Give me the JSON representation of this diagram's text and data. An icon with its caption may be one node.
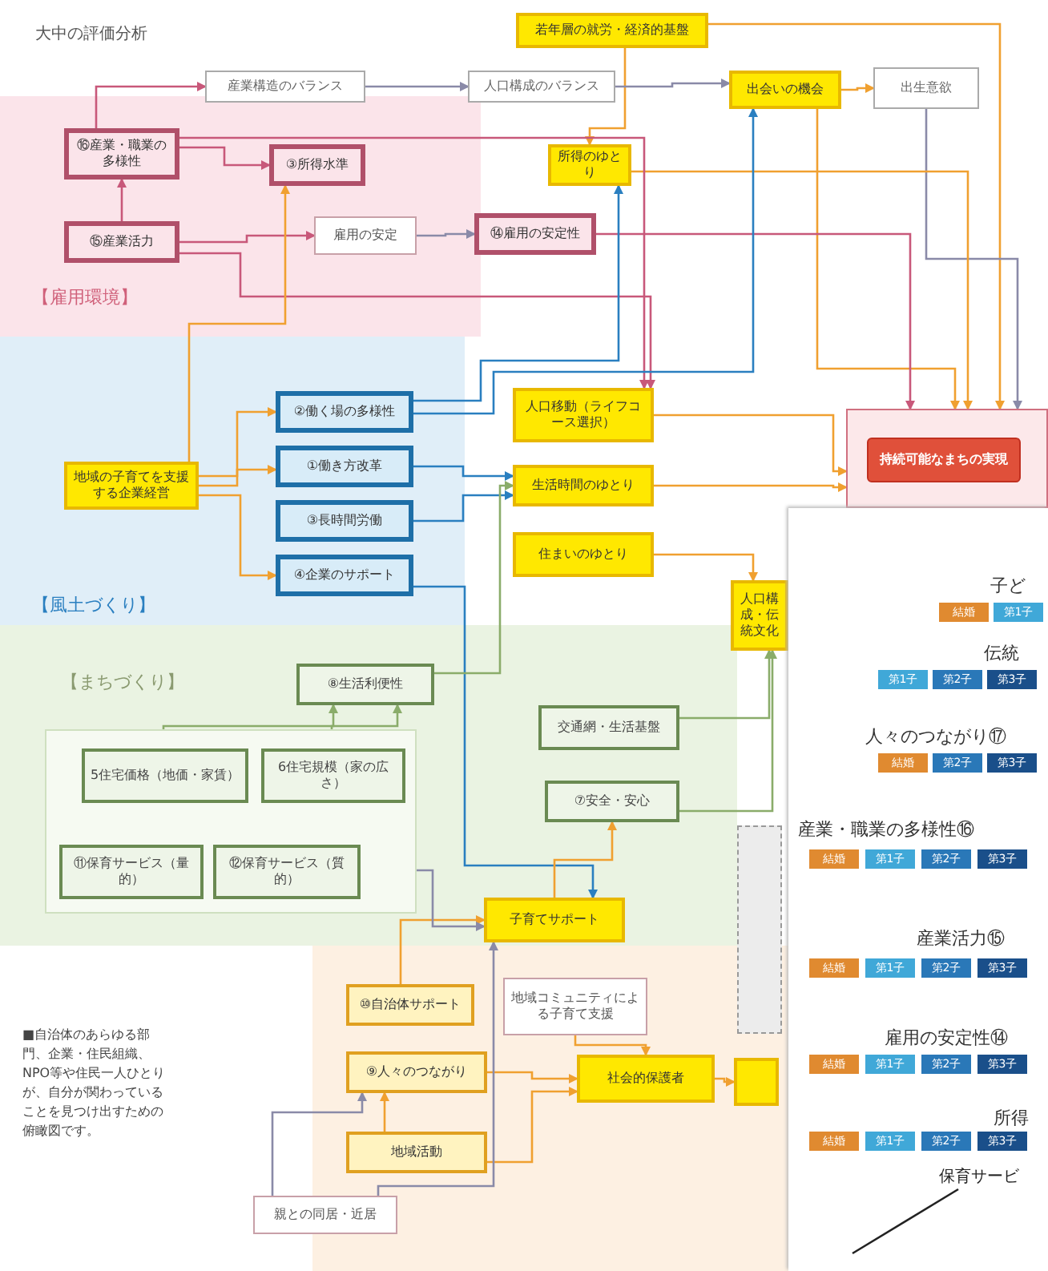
{
  "diagram": {
    "title": "大中の評価分析",
    "nodes": [
      {
        "text": [
          "若年層の就労・経済的基盤"
        ]
      },
      {
        "text": [
          "産業構造のバランス"
        ]
      },
      {
        "text": [
          "人口構成のバランス"
        ]
      },
      {
        "text": [
          "出会いの機会"
        ]
      },
      {
        "text": [
          "出生意欲"
        ]
      },
      {
        "text": [
          "⑯産業・職業の多様性"
        ]
      },
      {
        "text": [
          "③所得水準"
        ]
      },
      {
        "text": [
          "所得のゆとり"
        ]
      },
      {
        "text": [
          "⑮産業活力"
        ]
      },
      {
        "text": [
          "雇用の安定"
        ]
      },
      {
        "text": [
          "⑭雇用の安定性"
        ]
      },
      {
        "text": [
          "地域の子育てを支援する企業経営"
        ]
      },
      {
        "text": [
          "②働く場の多様性"
        ]
      },
      {
        "text": [
          "①働き方改革"
        ]
      },
      {
        "text": [
          "③長時間労働"
        ]
      },
      {
        "text": [
          "④企業のサポート"
        ]
      },
      {
        "text": [
          "人口移動（ライフコース選択）"
        ]
      },
      {
        "text": [
          "生活時間のゆとり"
        ]
      },
      {
        "text": [
          "住まいのゆとり"
        ]
      },
      {
        "text": [],
        "shape": "box"
      },
      {
        "text": [
          "持続可能なまちの実現"
        ],
        "in": 19
      },
      {
        "text": [
          "人口構成・伝統文化"
        ]
      },
      {
        "text": [
          "⑧生活利便性"
        ]
      },
      {
        "text": [
          "交通網・生活基盤"
        ]
      },
      {
        "text": [],
        "shape": "box"
      },
      {
        "text": [
          "5住宅価格（地価・家賃）"
        ],
        "in": 24
      },
      {
        "text": [
          "6住宅規模（家の広さ）"
        ],
        "in": 24
      },
      {
        "text": [
          "⑦安全・安心"
        ]
      },
      {
        "text": [
          "⑪保育サービス（量的）"
        ],
        "in": 24
      },
      {
        "text": [
          "⑫保育サービス（質的）"
        ],
        "in": 24
      },
      {
        "text": [
          "子育てサポート"
        ]
      },
      {
        "text": [
          "⑩自治体サポート"
        ]
      },
      {
        "text": [
          "地域コミュニティによる子育て支援"
        ]
      },
      {
        "text": [
          "⑨人々のつながり"
        ]
      },
      {
        "text": [
          "社会的保護者"
        ]
      },
      {
        "text": [
          "地域活動"
        ]
      },
      {
        "text": [
          "親との同居・近居"
        ]
      },
      {
        "text": [],
        "shape": "box"
      },
      {
        "text": [],
        "shape": "box"
      },
      {
        "text": [
          "保育サービ"
        ]
      }
    ],
    "edges": [
      {
        "from": 0,
        "to": 7,
        "arrow": "to"
      },
      {
        "from": 0,
        "to": 19,
        "arrow": "to"
      },
      {
        "from": 1,
        "to": 2,
        "arrow": "to",
        "color": "#8a8aa8"
      },
      {
        "from": 2,
        "to": 3,
        "arrow": "to",
        "color": "#8a8aa8"
      },
      {
        "from": 3,
        "to": 4,
        "arrow": "to"
      },
      {
        "from": 3,
        "to": 19,
        "arrow": "to"
      },
      {
        "from": 4,
        "to": 19,
        "arrow": "to",
        "color": "#8a8aa8"
      },
      {
        "from": 8,
        "to": 5,
        "arrow": "to",
        "color": "#c8587a"
      },
      {
        "from": 5,
        "to": 1,
        "arrow": "to",
        "color": "#c8587a"
      },
      {
        "from": 5,
        "to": 6,
        "arrow": "to",
        "color": "#c8587a"
      },
      {
        "from": 8,
        "to": 9,
        "arrow": "to",
        "color": "#c8587a"
      },
      {
        "from": 9,
        "to": 10,
        "arrow": "to",
        "color": "#8a8aa8"
      },
      {
        "from": 10,
        "to": 19,
        "arrow": "to",
        "color": "#c8587a"
      },
      {
        "from": 7,
        "to": 19,
        "arrow": "to"
      },
      {
        "from": 5,
        "to": 16,
        "arrow": "to",
        "color": "#c8587a"
      },
      {
        "from": 8,
        "to": 16,
        "arrow": "to",
        "color": "#c8587a"
      },
      {
        "from": 12,
        "to": 7,
        "arrow": "to",
        "color": "#2a7fc0"
      },
      {
        "from": 12,
        "to": 3,
        "arrow": "to",
        "color": "#2a7fc0"
      },
      {
        "from": 13,
        "to": 17,
        "arrow": "to",
        "color": "#2a7fc0"
      },
      {
        "from": 14,
        "to": 17,
        "arrow": "to",
        "color": "#2a7fc0"
      },
      {
        "from": 15,
        "to": 30,
        "arrow": "to",
        "color": "#2a7fc0"
      },
      {
        "from": 11,
        "to": 12,
        "arrow": "to"
      },
      {
        "from": 11,
        "to": 13,
        "arrow": "to"
      },
      {
        "from": 11,
        "to": 15,
        "arrow": "to"
      },
      {
        "from": 11,
        "to": 6,
        "arrow": "to"
      },
      {
        "from": 16,
        "to": 19,
        "arrow": "to"
      },
      {
        "from": 17,
        "to": 19,
        "arrow": "to"
      },
      {
        "from": 18,
        "to": 21,
        "arrow": "to"
      },
      {
        "from": 22,
        "to": 17,
        "arrow": "to",
        "color": "#8aac6a"
      },
      {
        "from": 25,
        "to": 22,
        "arrow": "to",
        "color": "#8aac6a"
      },
      {
        "from": 26,
        "to": 22,
        "arrow": "to",
        "color": "#8aac6a"
      },
      {
        "from": 23,
        "to": 21,
        "arrow": "to",
        "color": "#8aac6a"
      },
      {
        "from": 27,
        "to": 21,
        "arrow": "to",
        "color": "#8aac6a"
      },
      {
        "from": 30,
        "to": 27,
        "arrow": "to"
      },
      {
        "from": 31,
        "to": 30,
        "arrow": "to"
      },
      {
        "from": 32,
        "to": 34,
        "arrow": "to"
      },
      {
        "from": 33,
        "to": 34,
        "arrow": "to"
      },
      {
        "from": 35,
        "to": 34,
        "arrow": "to"
      },
      {
        "from": 35,
        "to": 33,
        "arrow": "to"
      },
      {
        "from": 36,
        "to": 33,
        "arrow": "to",
        "color": "#8a8aa8"
      },
      {
        "from": 36,
        "to": 30,
        "arrow": "to",
        "color": "#8a8aa8"
      },
      {
        "from": 34,
        "to": 38,
        "arrow": "to"
      },
      {
        "from": 29,
        "to": 30,
        "arrow": "to",
        "color": "#8a8aa8"
      },
      {
        "from": 39,
        "to": null,
        "arrow": "none",
        "color": "#222222"
      }
    ],
    "labels": [
      "【雇用環境】",
      "【風土づくり】",
      "【まちづくり】",
      "■自治体のあらゆる部門、企業・住民組織、NPO等や住民一人ひとりが、自分が関わっていることを見つけ出すための俯瞰図です。",
      "子ど",
      "結婚",
      "第1子",
      "伝統",
      "第1子",
      "第2子",
      "第3子",
      "人々のつながり⑰",
      "結婚",
      "第2子",
      "第3子",
      "産業・職業の多様性⑯",
      "結婚",
      "第1子",
      "第2子",
      "第3子",
      "産業活力⑮",
      "結婚",
      "第1子",
      "第2子",
      "第3子",
      "雇用の安定性⑭",
      "結婚",
      "第1子",
      "第2子",
      "第3子",
      "所得",
      "結婚",
      "第1子",
      "第2子",
      "第3子"
    ]
  }
}
